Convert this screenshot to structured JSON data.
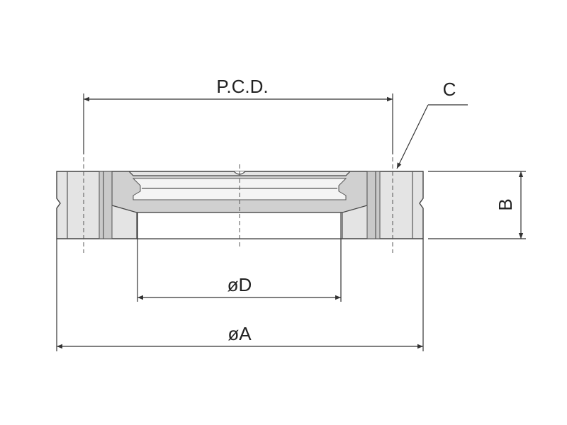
{
  "drawing": {
    "labels": {
      "pcd": "P.C.D.",
      "c": "C",
      "b": "B",
      "d": "øD",
      "a": "øA"
    },
    "colors": {
      "body_fill": "#e2e2e2",
      "body_dark": "#bdbdbd",
      "line": "#333333"
    }
  }
}
